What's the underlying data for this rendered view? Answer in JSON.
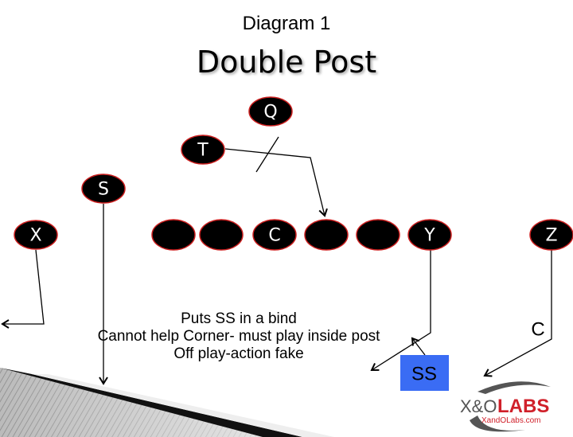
{
  "subtitle": "Diagram 1",
  "title": "Double Post",
  "players": {
    "q": "Q",
    "t": "T",
    "s": "S",
    "x": "X",
    "c": "C",
    "y": "Y",
    "z": "Z",
    "ss": "SS"
  },
  "corner_label": "C",
  "notes": [
    "Puts SS in a bind",
    "Cannot help Corner- must play inside post",
    "Off play-action fake"
  ],
  "logo": {
    "brand_left": "X&O",
    "brand_right": "LABS",
    "url": "XandOLabs.com"
  },
  "colors": {
    "player_fill": "#000000",
    "player_outline": "#cc1f1f",
    "ss_box": "#3a6cf4",
    "logo_red": "#d0202a"
  }
}
